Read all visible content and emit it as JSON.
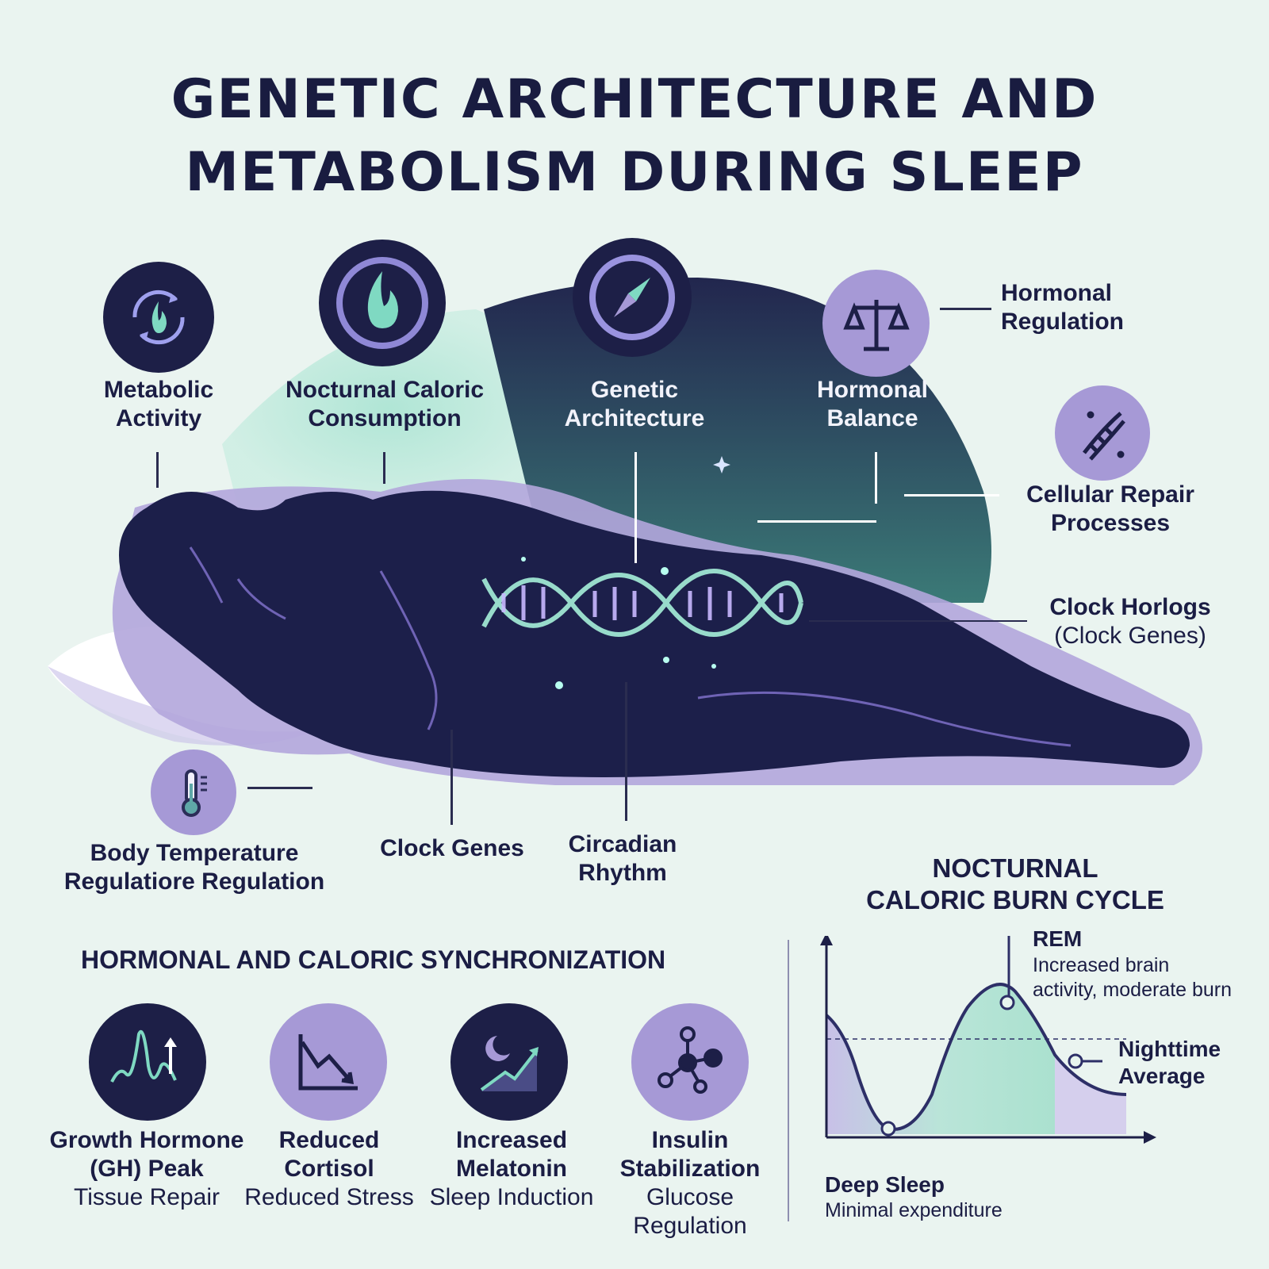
{
  "title": {
    "line1": "GENETIC ARCHITECTURE AND",
    "line2": "METABOLISM DURING SLEEP"
  },
  "top_labels": {
    "metabolic": [
      "Metabolic",
      "Activity"
    ],
    "nocturnal": [
      "Nocturnal Caloric",
      "Consumption"
    ],
    "genetic": [
      "Genetic",
      "Architecture"
    ],
    "hormonal_balance": [
      "Hormonal",
      "Balance"
    ]
  },
  "right_labels": {
    "hormonal_regulation": [
      "Hormonal",
      "Regulation"
    ],
    "cellular_repair": [
      "Cellular Repair",
      "Processes"
    ],
    "clock_horlogs": [
      "Clock Horlogs",
      "(Clock Genes)"
    ]
  },
  "bottom_labels": {
    "body_temp": [
      "Body Temperature",
      "Regulatiore Regulation"
    ],
    "clock_genes": "Clock Genes",
    "circadian": [
      "Circadian",
      "Rhythm"
    ]
  },
  "sync": {
    "heading": "HORMONAL AND CALORIC SYNCHRONIZATION",
    "items": [
      {
        "title": [
          "Growth Hormone",
          "(GH) Peak"
        ],
        "sub": [
          "Tissue Repair"
        ]
      },
      {
        "title": [
          "Reduced",
          "Cortisol"
        ],
        "sub": [
          "Reduced Stress"
        ]
      },
      {
        "title": [
          "Increased",
          "Melatonin"
        ],
        "sub": [
          "Sleep Induction"
        ]
      },
      {
        "title": [
          "Insulin",
          "Stabilization"
        ],
        "sub": [
          "Glucose",
          "Regulation"
        ]
      }
    ]
  },
  "burn_cycle": {
    "heading": [
      "NOCTURNAL",
      "CALORIC BURN CYCLE"
    ],
    "rem_title": "REM",
    "rem_sub": [
      "Increased brain",
      "activity, moderate burn"
    ],
    "average": [
      "Nighttime",
      "Average"
    ],
    "deep_title": "Deep Sleep",
    "deep_sub": "Minimal expenditure"
  },
  "colors": {
    "navy": "#1d1f47",
    "lavender": "#a699d6",
    "mint": "#a9e3d0",
    "background": "#eaf4f0"
  },
  "icons": [
    "recycle-flame-icon",
    "flame-icon",
    "compass-icon",
    "scales-icon",
    "dna-icon",
    "thermometer-icon",
    "growth-wave-icon",
    "declining-chart-icon",
    "moon-rising-icon",
    "molecule-icon"
  ]
}
